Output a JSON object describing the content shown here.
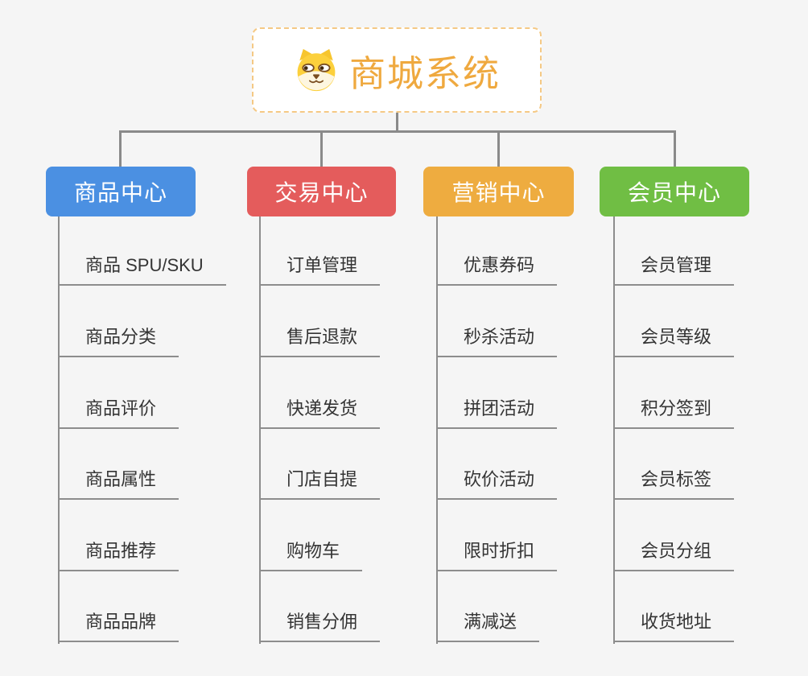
{
  "root": {
    "title": "商城系统",
    "icon": "dog-face",
    "title_color": "#efa93f",
    "border_color": "#f5c985"
  },
  "connector_color": "#8a8a8a",
  "canvas_bg": "#f5f5f5",
  "branches": [
    {
      "label": "商品中心",
      "color": "#4b90e2",
      "items": [
        "商品 SPU/SKU",
        "商品分类",
        "商品评价",
        "商品属性",
        "商品推荐",
        "商品品牌"
      ]
    },
    {
      "label": "交易中心",
      "color": "#e45c5c",
      "items": [
        "订单管理",
        "售后退款",
        "快递发货",
        "门店自提",
        "购物车",
        "销售分佣"
      ]
    },
    {
      "label": "营销中心",
      "color": "#eeac40",
      "items": [
        "优惠券码",
        "秒杀活动",
        "拼团活动",
        "砍价活动",
        "限时折扣",
        "满减送"
      ]
    },
    {
      "label": "会员中心",
      "color": "#70be44",
      "items": [
        "会员管理",
        "会员等级",
        "积分签到",
        "会员标签",
        "会员分组",
        "收货地址"
      ]
    }
  ]
}
